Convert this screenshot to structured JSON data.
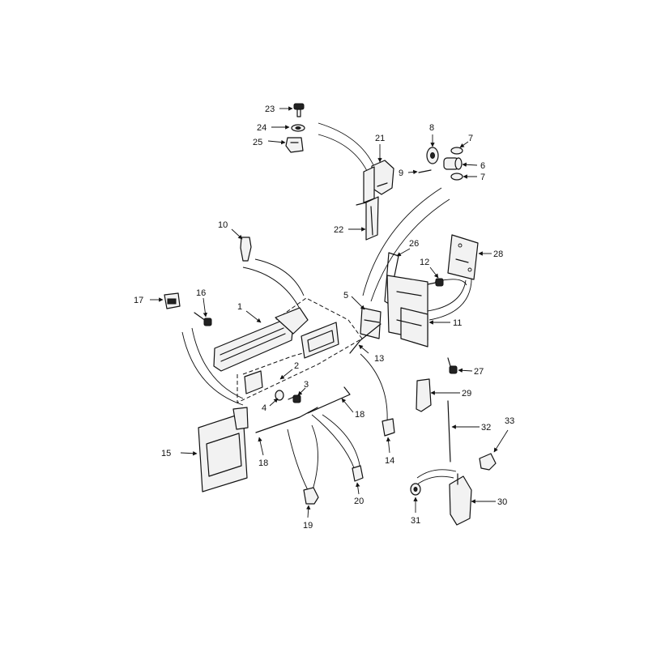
{
  "callouts": [
    {
      "id": "1",
      "label": "1"
    },
    {
      "id": "2",
      "label": "2"
    },
    {
      "id": "3",
      "label": "3"
    },
    {
      "id": "4",
      "label": "4"
    },
    {
      "id": "5",
      "label": "5"
    },
    {
      "id": "6",
      "label": "6"
    },
    {
      "id": "7a",
      "label": "7"
    },
    {
      "id": "7b",
      "label": "7"
    },
    {
      "id": "8",
      "label": "8"
    },
    {
      "id": "9",
      "label": "9"
    },
    {
      "id": "10",
      "label": "10"
    },
    {
      "id": "11",
      "label": "11"
    },
    {
      "id": "12",
      "label": "12"
    },
    {
      "id": "13",
      "label": "13"
    },
    {
      "id": "14",
      "label": "14"
    },
    {
      "id": "15",
      "label": "15"
    },
    {
      "id": "16",
      "label": "16"
    },
    {
      "id": "17",
      "label": "17"
    },
    {
      "id": "18a",
      "label": "18"
    },
    {
      "id": "18b",
      "label": "18"
    },
    {
      "id": "19",
      "label": "19"
    },
    {
      "id": "20",
      "label": "20"
    },
    {
      "id": "21",
      "label": "21"
    },
    {
      "id": "22",
      "label": "22"
    },
    {
      "id": "23",
      "label": "23"
    },
    {
      "id": "24",
      "label": "24"
    },
    {
      "id": "25",
      "label": "25"
    },
    {
      "id": "26",
      "label": "26"
    },
    {
      "id": "27",
      "label": "27"
    },
    {
      "id": "28",
      "label": "28"
    },
    {
      "id": "29",
      "label": "29"
    },
    {
      "id": "30",
      "label": "30"
    },
    {
      "id": "31",
      "label": "31"
    },
    {
      "id": "32",
      "label": "32"
    },
    {
      "id": "33",
      "label": "33"
    }
  ]
}
